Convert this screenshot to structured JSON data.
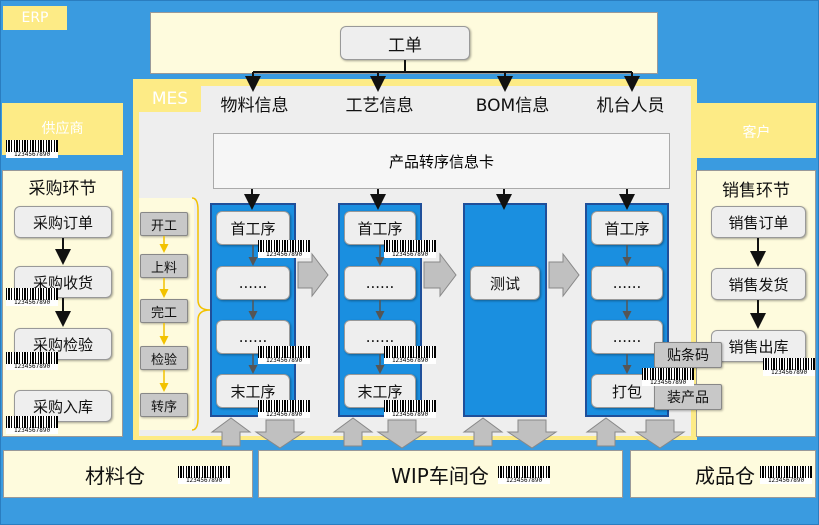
{
  "erp": {
    "label": "ERP"
  },
  "mes": {
    "label": "MES"
  },
  "top": {
    "work_order": "工单"
  },
  "info_headers": [
    "物料信息",
    "工艺信息",
    "BOM信息",
    "机台人员"
  ],
  "product_card": "产品转序信息卡",
  "supplier": {
    "tag": "供应商",
    "section_title": "采购环节",
    "steps": [
      "采购订单",
      "采购收货",
      "采购检验",
      "采购入库"
    ]
  },
  "customer": {
    "tag": "客户",
    "section_title": "销售环节",
    "steps": [
      "销售订单",
      "销售发货",
      "销售出库"
    ]
  },
  "process_steps": [
    "开工",
    "上料",
    "完工",
    "检验",
    "转序"
  ],
  "col1": [
    "首工序",
    "......",
    "......",
    "末工序"
  ],
  "col2": [
    "首工序",
    "......",
    "......",
    "末工序"
  ],
  "col3": [
    "测试"
  ],
  "col4": [
    "首工序",
    "......",
    "......",
    "打包"
  ],
  "pack_labels": [
    "贴条码",
    "装产品"
  ],
  "warehouses": [
    "材料仓",
    "WIP车间仓",
    "成品仓"
  ],
  "barcode_text": "1234567890"
}
